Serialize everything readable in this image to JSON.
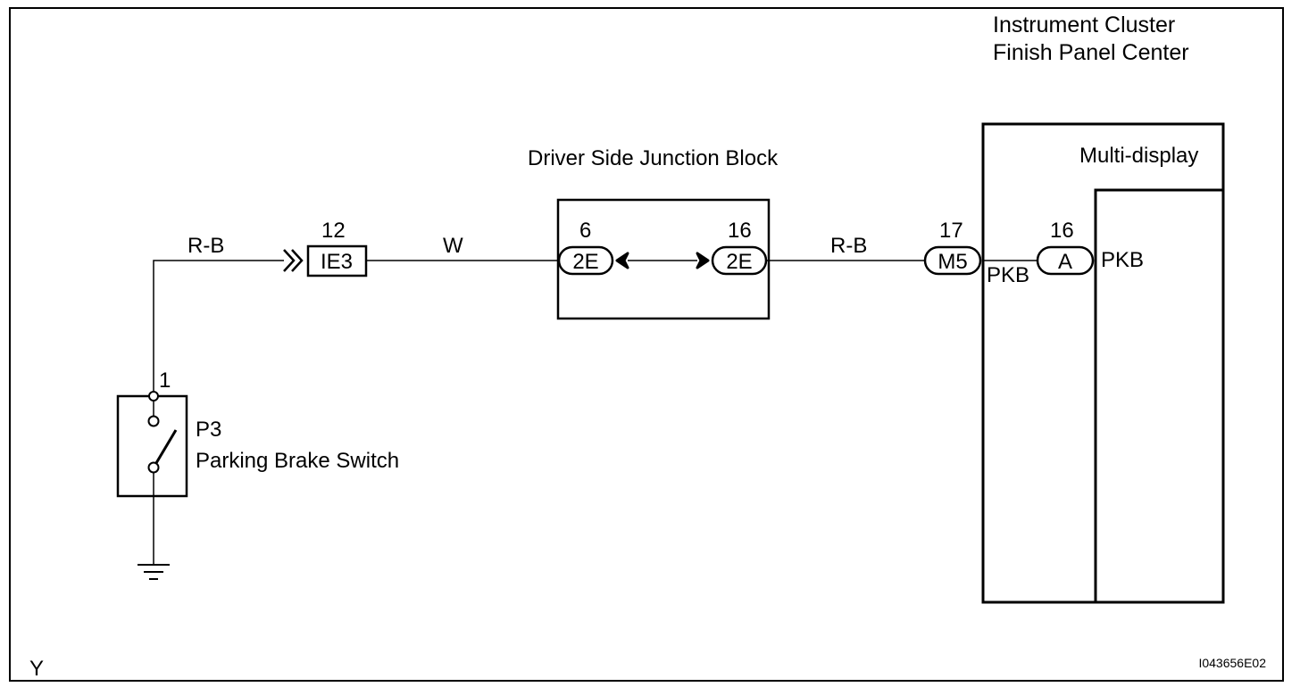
{
  "instrument_cluster": {
    "title_line1": "Instrument Cluster",
    "title_line2": "Finish Panel Center",
    "multi_display": "Multi-display",
    "pin_m5": "17",
    "connector_m5": "M5",
    "terminal_left": "PKB",
    "pin_a": "16",
    "connector_a": "A",
    "terminal_right": "PKB"
  },
  "junction_block": {
    "title": "Driver Side Junction Block",
    "left_pin": "6",
    "left_connector": "2E",
    "right_pin": "16",
    "right_connector": "2E"
  },
  "wires": {
    "switch_to_ie3": "R-B",
    "ie3_to_jb": "W",
    "jb_to_cluster": "R-B"
  },
  "connector_ie3": {
    "pin": "12",
    "label": "IE3"
  },
  "parking_brake_switch": {
    "pin": "1",
    "code": "P3",
    "name": "Parking Brake Switch"
  },
  "footer": {
    "left_mark": "Y",
    "figure_id": "I043656E02"
  }
}
